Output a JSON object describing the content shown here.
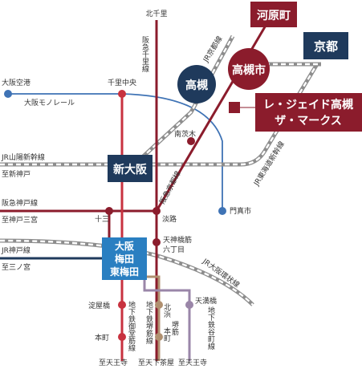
{
  "map": {
    "stations": {
      "kawaramachi": "河原町",
      "kyoto": "京都",
      "takatsukishi": "高槻市",
      "takatsuki": "高槻",
      "shin_osaka": "新大阪",
      "umeda_l1": "大阪",
      "umeda_l2": "梅田",
      "umeda_l3": "東梅田",
      "kitasenri": "北千里",
      "senri_chuo": "千里中央",
      "osaka_airport": "大阪空港",
      "minami_ibaraki": "南茨木",
      "kadoma": "門真市",
      "awaji": "淡路",
      "juso": "十三",
      "tenjinbashi_l1": "天神橋筋",
      "tenjinbashi_l2": "六丁目",
      "yodoyabashi": "淀屋橋",
      "honmachi": "本町",
      "kitahama": "北浜",
      "sakaisuji_honmachi_l1": "堺筋",
      "sakaisuji_honmachi_l2": "本町",
      "temma": "天満橋"
    },
    "property": {
      "line1": "レ・ジェイド高槻",
      "line2": "ザ・マークス"
    },
    "lines": {
      "jr_kyoto": "JR京都線",
      "hankyu_senri": "阪急千里線",
      "osaka_monorail": "大阪モノレール",
      "sanyo_shinkansen": "JR山陽新幹線",
      "tokaido_shinkansen": "JR東海道新幹線",
      "hankyu_kyoto": "阪急京都線",
      "hankyu_kobe": "阪急神戸線",
      "jr_kobe": "JR神戸線",
      "jr_osaka_loop": "JR大阪環状線",
      "midosuji": "地下鉄御堂筋線",
      "sakaisuji": "地下鉄堺筋線",
      "tanimachi": "地下鉄谷町線"
    },
    "destinations": {
      "shin_kobe": "至新神戸",
      "kobe_sannomiya": "至神戸三宮",
      "sannomiya": "至三ノ宮",
      "tennoji_1": "至天王寺",
      "tengachaya": "至天下茶屋",
      "tennoji_2": "至天王寺"
    },
    "colors": {
      "accent": "#8b1c2c",
      "navy": "#1f3a5c",
      "umeda_blue": "#2a7fc1",
      "monorail": "#3f73b5",
      "jr_gray": "#8d8d8d",
      "tanimachi_purple": "#9a86a8",
      "sakaisuji_brown": "#b09070",
      "midosuji_red": "#c8323f"
    }
  }
}
